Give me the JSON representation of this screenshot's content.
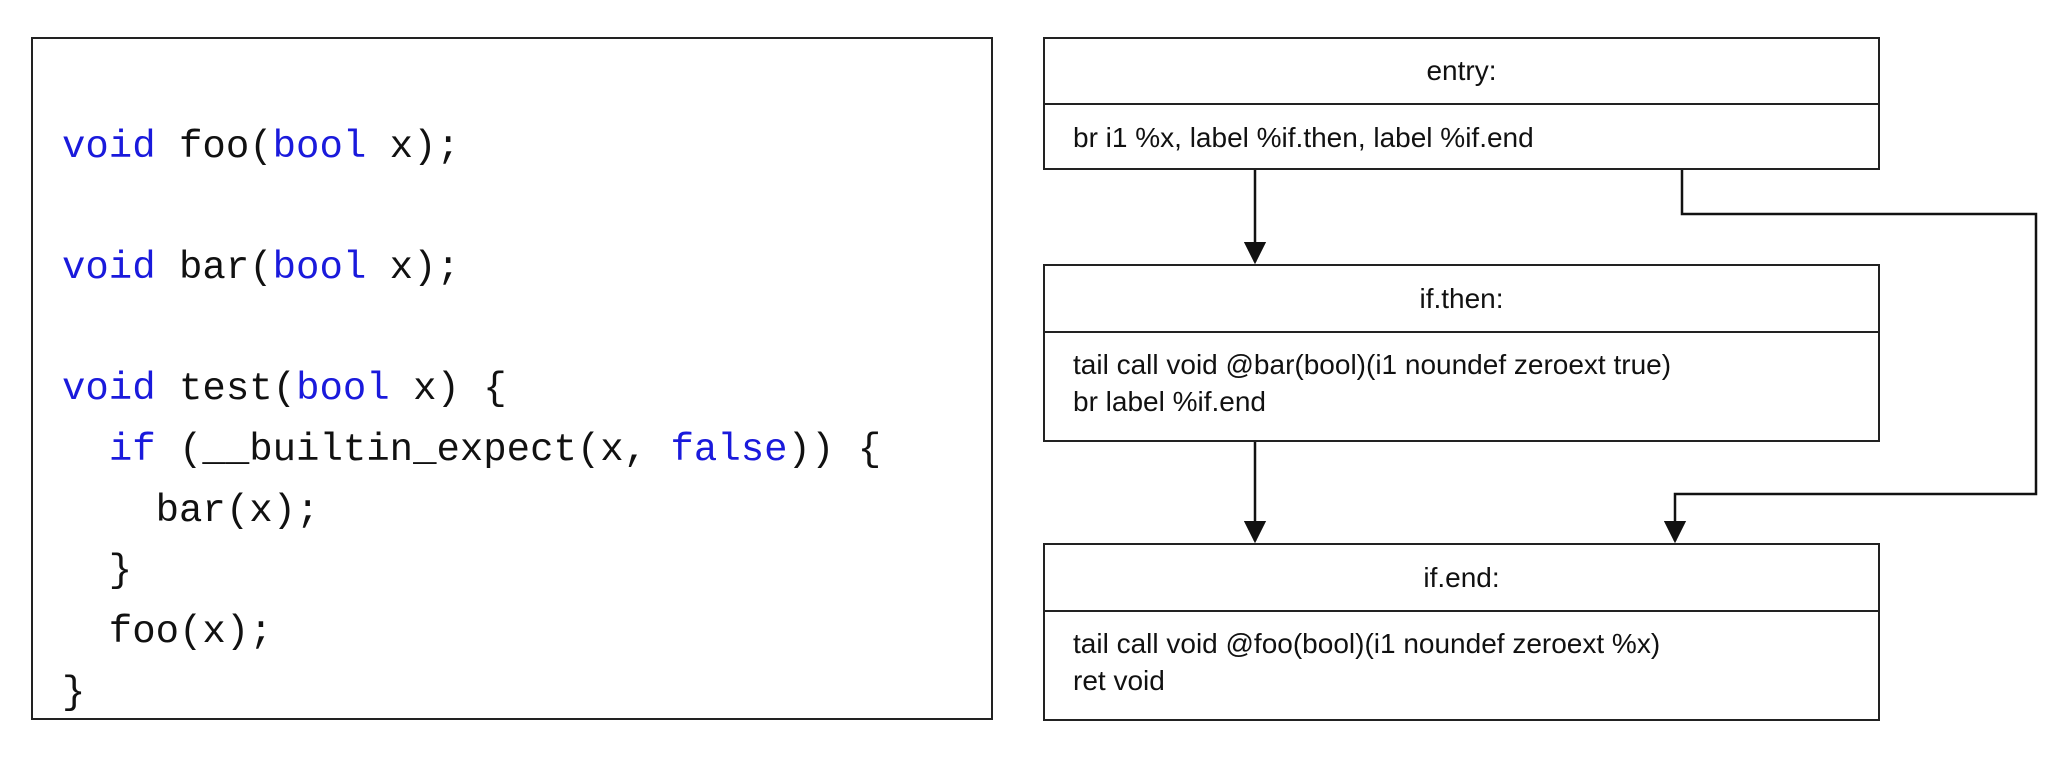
{
  "code": {
    "lines": [
      [
        {
          "t": "void",
          "k": true
        },
        {
          "t": " foo(",
          "k": false
        },
        {
          "t": "bool",
          "k": true
        },
        {
          "t": " x);",
          "k": false
        }
      ],
      [],
      [
        {
          "t": "void",
          "k": true
        },
        {
          "t": " bar(",
          "k": false
        },
        {
          "t": "bool",
          "k": true
        },
        {
          "t": " x);",
          "k": false
        }
      ],
      [],
      [
        {
          "t": "void",
          "k": true
        },
        {
          "t": " test(",
          "k": false
        },
        {
          "t": "bool",
          "k": true
        },
        {
          "t": " x) {",
          "k": false
        }
      ],
      [
        {
          "t": "  ",
          "k": false
        },
        {
          "t": "if",
          "k": true
        },
        {
          "t": " (__builtin_expect(x, ",
          "k": false
        },
        {
          "t": "false",
          "k": true
        },
        {
          "t": ")) {",
          "k": false
        }
      ],
      [
        {
          "t": "    bar(x);",
          "k": false
        }
      ],
      [
        {
          "t": "  }",
          "k": false
        }
      ],
      [
        {
          "t": "  foo(x);",
          "k": false
        }
      ],
      [
        {
          "t": "}",
          "k": false
        }
      ]
    ]
  },
  "cfg": {
    "entry": {
      "label": "entry:",
      "lines": [
        "br i1 %x, label %if.then, label %if.end"
      ]
    },
    "if_then": {
      "label": "if.then:",
      "lines": [
        "tail call void @bar(bool)(i1 noundef zeroext true)",
        "br label %if.end"
      ]
    },
    "if_end": {
      "label": "if.end:",
      "lines": [
        "tail call void @foo(bool)(i1 noundef zeroext %x)",
        "ret void"
      ]
    }
  },
  "colors": {
    "keyword": "#1a1adc",
    "text": "#111111",
    "border": "#222222"
  }
}
